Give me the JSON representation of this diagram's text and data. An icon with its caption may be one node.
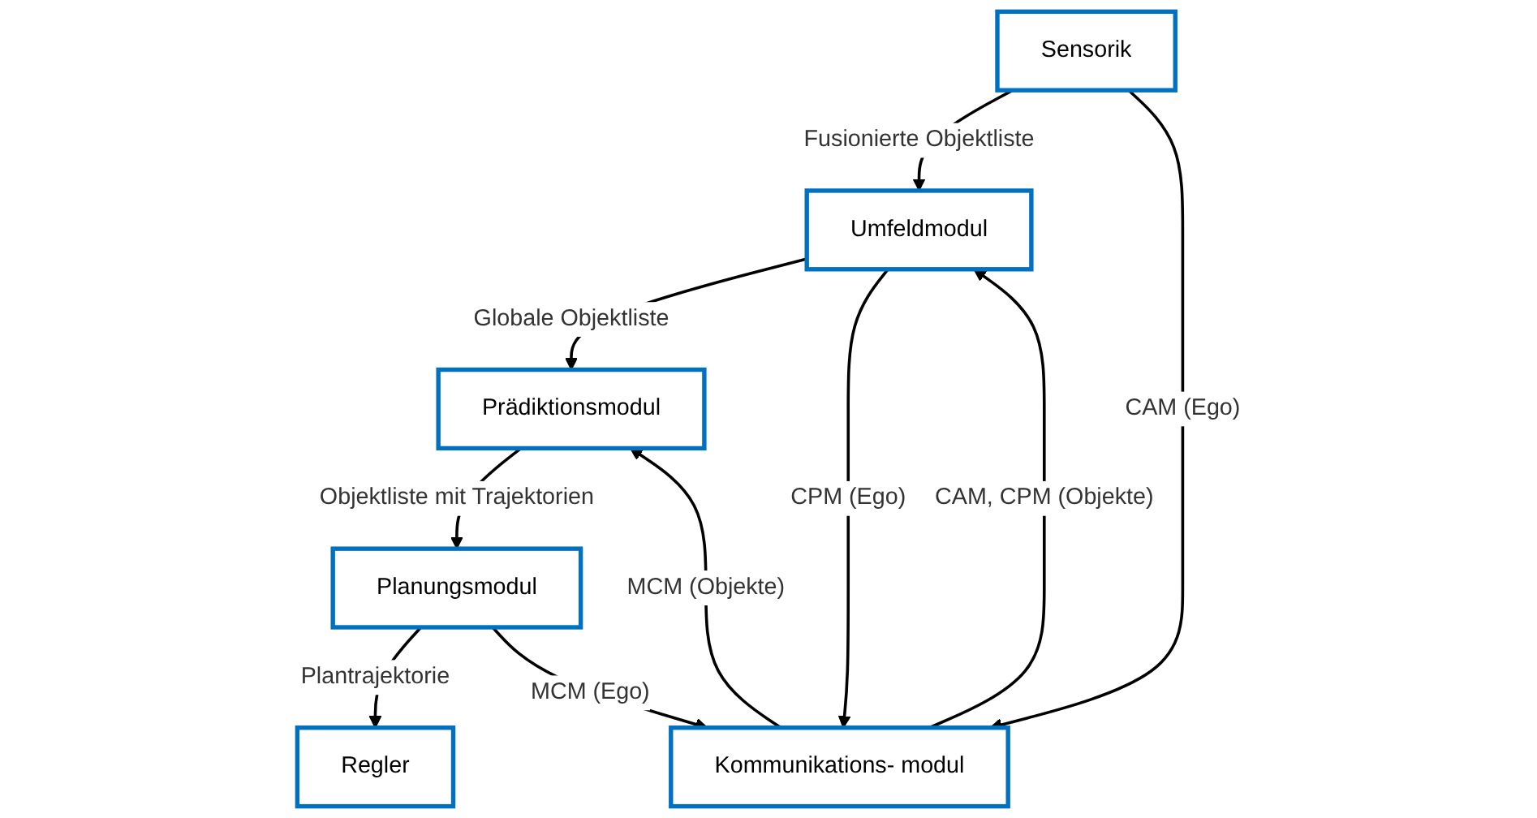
{
  "diagram": {
    "nodes": [
      {
        "text": [
          "Sensorik"
        ]
      },
      {
        "text": [
          "Umfeldmodul"
        ]
      },
      {
        "text": [
          "Prädiktionsmodul"
        ]
      },
      {
        "text": [
          "Planungsmodul"
        ]
      },
      {
        "text": [
          "Regler"
        ]
      },
      {
        "text": [
          "Kommunikations- modul"
        ]
      }
    ],
    "edges": [
      {
        "from": 0,
        "to": 1,
        "arrow": "to",
        "label": "Fusionierte Objektliste"
      },
      {
        "from": 1,
        "to": 2,
        "arrow": "to",
        "label": "Globale Objektliste"
      },
      {
        "from": 2,
        "to": 3,
        "arrow": "to",
        "label": "Objektliste mit Trajektorien"
      },
      {
        "from": 3,
        "to": 4,
        "arrow": "to",
        "label": "Plantrajektorie"
      },
      {
        "from": 0,
        "to": 5,
        "arrow": "to",
        "label": "CAM (Ego)"
      },
      {
        "from": 1,
        "to": 5,
        "arrow": "to",
        "label": "CPM (Ego)"
      },
      {
        "from": 5,
        "to": 1,
        "arrow": "to",
        "label": "CAM, CPM (Objekte)"
      },
      {
        "from": 5,
        "to": 2,
        "arrow": "to",
        "label": "MCM (Objekte)"
      },
      {
        "from": 3,
        "to": 5,
        "arrow": "to",
        "label": "MCM (Ego)"
      }
    ]
  }
}
